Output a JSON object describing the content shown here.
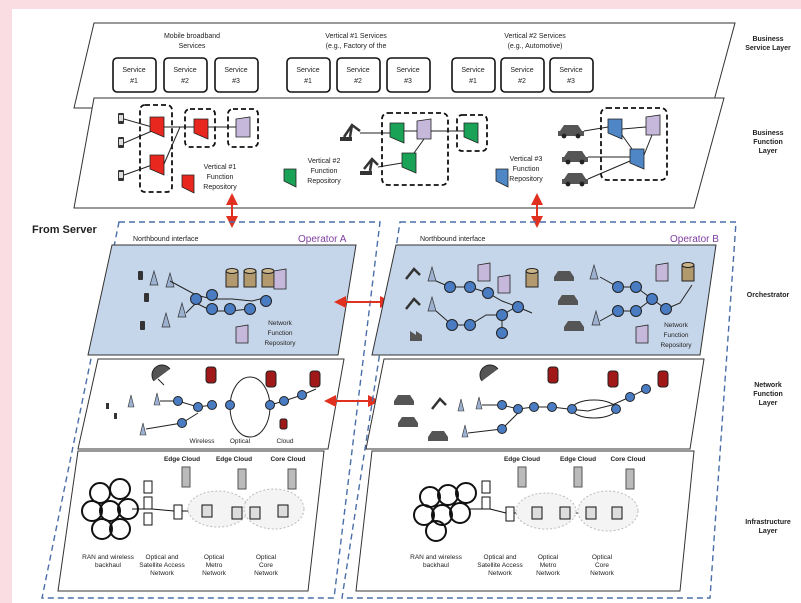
{
  "colors": {
    "page_bg": "#f9dde2",
    "canvas_bg": "#ffffff",
    "orchestrator_fill": "#c6d6ea",
    "node_blue": "#4a7cc4",
    "accent_red": "#e03020",
    "operator_purple": "#8040a0",
    "vertical_red": "#e8281e",
    "vertical_green": "#1aa356",
    "vertical_blue": "#4f86c6",
    "vertical_lilac": "#c5b8da",
    "cloud_dark_red": "#a01818",
    "repository_tan": "#b39a6e"
  },
  "title": "From Server",
  "layers": {
    "business_service": "Business Service Layer",
    "business_function": "Business Function Layer",
    "orchestrator": "Orchestrator",
    "network_function": "Network Function Layer",
    "infrastructure": "Infrastructure Layer"
  },
  "service_groups": [
    {
      "title_line1": "Mobile broadband",
      "title_line2": "Services",
      "services": [
        {
          "l1": "Service",
          "l2": "#1"
        },
        {
          "l1": "Service",
          "l2": "#2"
        },
        {
          "l1": "Service",
          "l2": "#3"
        }
      ]
    },
    {
      "title_line1": "Vertical #1 Services",
      "title_line2": "(e.g., Factory of the",
      "services": [
        {
          "l1": "Service",
          "l2": "#1"
        },
        {
          "l1": "Service",
          "l2": "#2"
        },
        {
          "l1": "Service",
          "l2": "#3"
        }
      ]
    },
    {
      "title_line1": "Vertical #2 Services",
      "title_line2": "(e.g., Automotive)",
      "services": [
        {
          "l1": "Service",
          "l2": "#1"
        },
        {
          "l1": "Service",
          "l2": "#2"
        },
        {
          "l1": "Service",
          "l2": "#3"
        }
      ]
    }
  ],
  "repositories": {
    "v1": [
      "Vertical #1",
      "Function",
      "Repository"
    ],
    "v2": [
      "Vertical #2",
      "Function",
      "Repository"
    ],
    "v3": [
      "Vertical #3",
      "Function",
      "Repository"
    ]
  },
  "operators": {
    "a": {
      "name": "Operator A",
      "northbound": "Northbound interface",
      "nf_repo": [
        "Network",
        "Function",
        "Repository"
      ],
      "nf_labels": {
        "wireless": "Wireless",
        "optical": "Optical",
        "cloud": "Cloud"
      },
      "infra_top": {
        "edge1": "Edge Cloud",
        "edge2": "Edge Cloud",
        "core": "Core Cloud"
      },
      "infra_bottom": [
        [
          "RAN and wireless",
          "backhaul"
        ],
        [
          "Optical  and",
          "Satellite Access",
          "Network"
        ],
        [
          "Optical",
          "Metro",
          "Network"
        ],
        [
          "Optical",
          "Core",
          "Network"
        ]
      ]
    },
    "b": {
      "name": "Operator B",
      "northbound": "Northbound interface",
      "nf_repo": [
        "Network",
        "Function",
        "Repository"
      ],
      "infra_top": {
        "edge1": "Edge Cloud",
        "edge2": "Edge Cloud",
        "core": "Core Cloud"
      },
      "infra_bottom": [
        [
          "RAN and wireless",
          "backhaul"
        ],
        [
          "Optical  and",
          "Satellite Access",
          "Network"
        ],
        [
          "Optical",
          "Metro",
          "Network"
        ],
        [
          "Optical",
          "Core",
          "Network"
        ]
      ]
    }
  }
}
